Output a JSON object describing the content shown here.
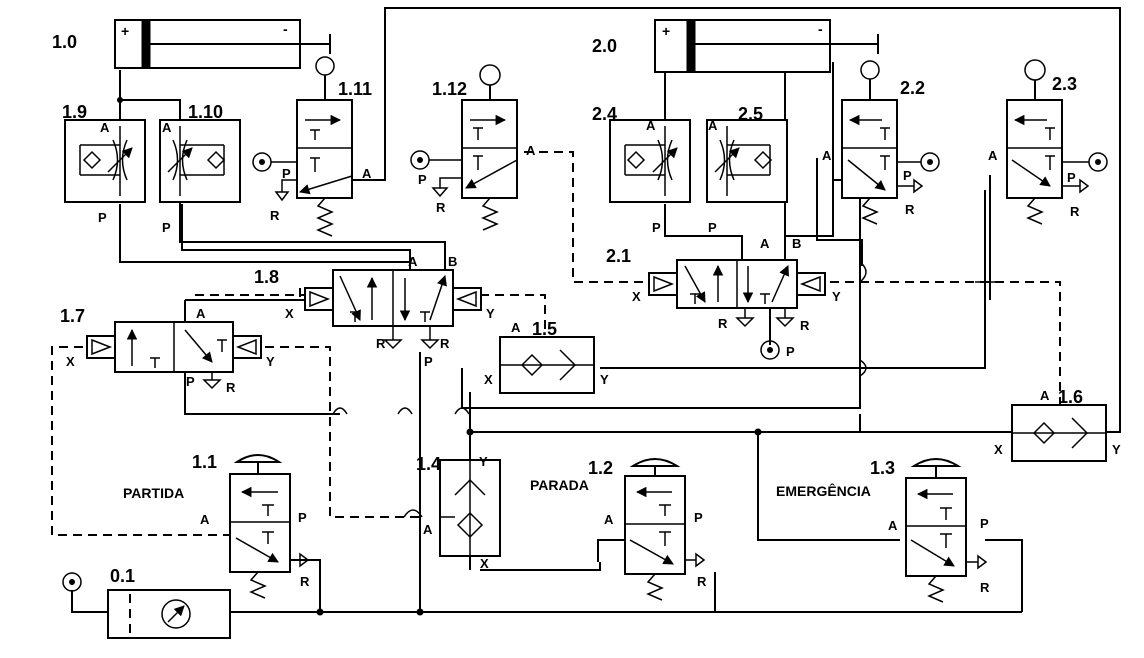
{
  "components": {
    "cyl_1_0": {
      "tag": "1.0",
      "plus": "+",
      "minus": "-"
    },
    "cyl_2_0": {
      "tag": "2.0",
      "plus": "+",
      "minus": "-"
    },
    "flow_1_9": {
      "tag": "1.9",
      "port_a": "A",
      "port_p": "P"
    },
    "flow_1_10": {
      "tag": "1.10",
      "port_a": "A",
      "port_p": "P"
    },
    "flow_2_4": {
      "tag": "2.4",
      "port_a": "A",
      "port_p": "P"
    },
    "flow_2_5": {
      "tag": "2.5",
      "port_a": "A",
      "port_p": "P"
    },
    "limit_1_11": {
      "tag": "1.11",
      "port_a": "A",
      "port_p": "P",
      "port_r": "R"
    },
    "limit_1_12": {
      "tag": "1.12",
      "port_a": "A",
      "port_p": "P",
      "port_r": "R"
    },
    "limit_2_2": {
      "tag": "2.2",
      "port_a": "A",
      "port_p": "P",
      "port_r": "R"
    },
    "limit_2_3": {
      "tag": "2.3",
      "port_a": "A",
      "port_p": "P",
      "port_r": "R"
    },
    "valve_1_8": {
      "tag": "1.8",
      "port_a": "A",
      "port_b": "B",
      "port_x": "X",
      "port_y": "Y",
      "port_p": "P",
      "port_r1": "R",
      "port_r2": "R"
    },
    "valve_2_1": {
      "tag": "2.1",
      "port_a": "A",
      "port_b": "B",
      "port_x": "X",
      "port_y": "Y",
      "port_p": "P",
      "port_r1": "R",
      "port_r2": "R"
    },
    "valve_1_7": {
      "tag": "1.7",
      "port_a": "A",
      "port_x": "X",
      "port_y": "Y",
      "port_p": "P",
      "port_r": "R"
    },
    "shuttle_1_5": {
      "tag": "1.5",
      "port_a": "A",
      "port_x": "X",
      "port_y": "Y"
    },
    "shuttle_1_6": {
      "tag": "1.6",
      "port_a": "A",
      "port_x": "X",
      "port_y": "Y"
    },
    "and_1_4": {
      "tag": "1.4",
      "port_a": "A",
      "port_x": "X",
      "port_y": "Y"
    },
    "button_1_1": {
      "tag": "1.1",
      "name": "PARTIDA",
      "port_a": "A",
      "port_p": "P",
      "port_r": "R"
    },
    "button_1_2": {
      "tag": "1.2",
      "name": "PARADA",
      "port_a": "A",
      "port_p": "P",
      "port_r": "R"
    },
    "button_1_3": {
      "tag": "1.3",
      "name": "EMERGÊNCIA",
      "port_a": "A",
      "port_p": "P",
      "port_r": "R"
    },
    "source_0_1": {
      "tag": "0.1"
    }
  }
}
